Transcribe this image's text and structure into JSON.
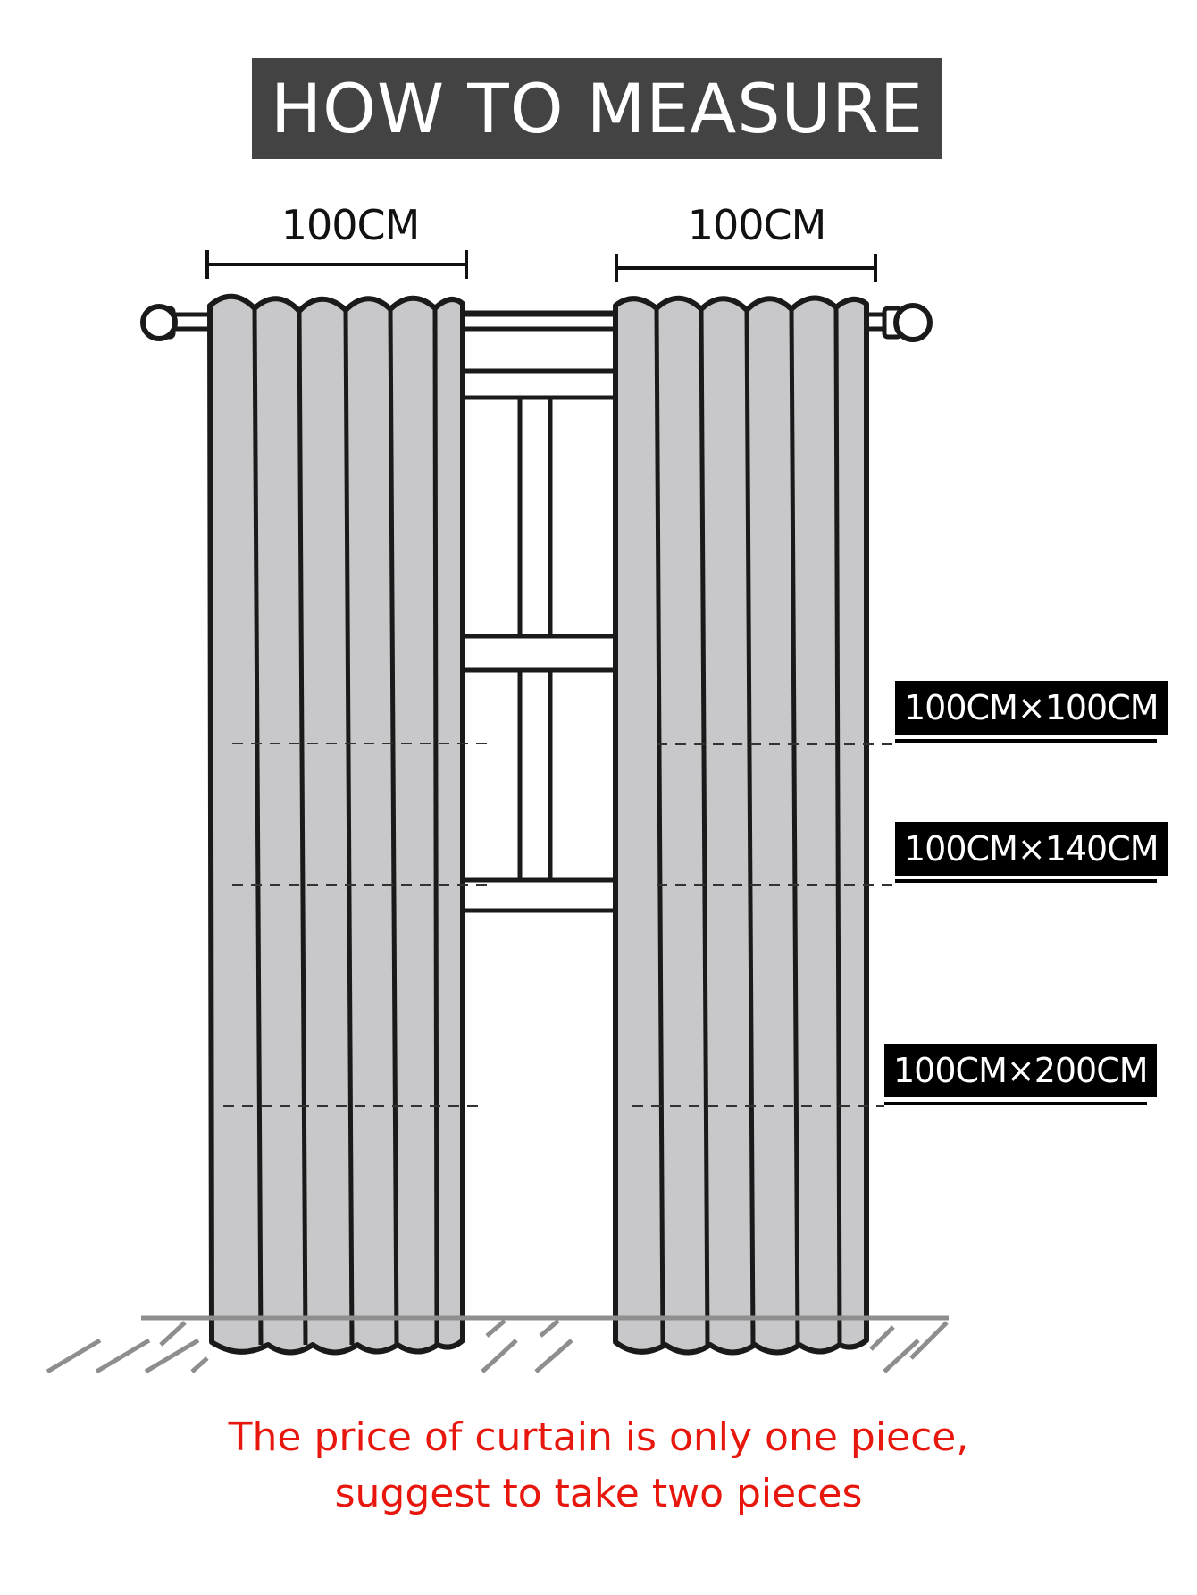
{
  "title": "HOW TO MEASURE",
  "widths": {
    "left": "100CM",
    "right": "100CM"
  },
  "sizes": [
    {
      "label": "100CM×100CM"
    },
    {
      "label": "100CM×140CM"
    },
    {
      "label": "100CM×200CM"
    }
  ],
  "note": {
    "line1": "The price of curtain is only one piece,",
    "line2": "suggest to take two pieces"
  },
  "colors": {
    "banner": "#434343",
    "curtain": "#c8c8ca",
    "outline": "#1a1a1a",
    "note": "#e8170d",
    "tag": "#000000"
  }
}
